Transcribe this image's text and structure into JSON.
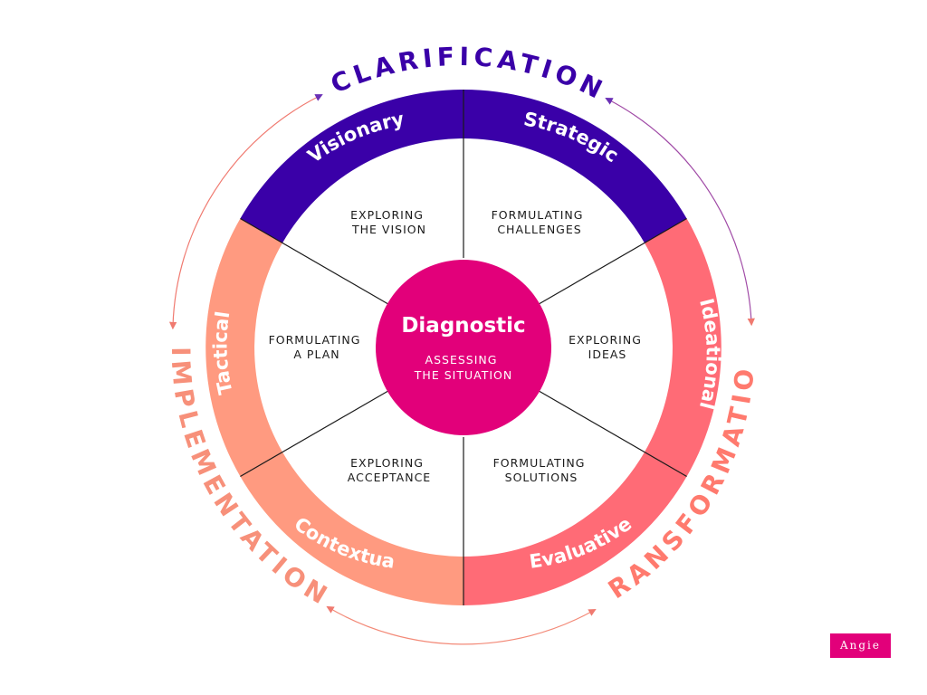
{
  "phases": {
    "clarification": {
      "label": "CLARIFICATION",
      "color": "#3a00a8"
    },
    "transformation": {
      "label": "TRANSFORMATION",
      "color": "#ff7a6e"
    },
    "implementation": {
      "label": "IMPLEMENTATION",
      "color": "#f7907a"
    }
  },
  "ring": {
    "visionary": {
      "label": "Visionary",
      "color": "#3a00a8"
    },
    "strategic": {
      "label": "Strategic",
      "color": "#3a00a8"
    },
    "ideational": {
      "label": "Ideational",
      "color": "#ff6b76"
    },
    "evaluative": {
      "label": "Evaluative",
      "color": "#ff6b76"
    },
    "contextual": {
      "label": "Contextual",
      "color": "#ff9a80"
    },
    "tactical": {
      "label": "Tactical",
      "color": "#ff9a80"
    }
  },
  "steps": {
    "vision": {
      "line1": "EXPLORING",
      "line2": "THE VISION"
    },
    "challenges": {
      "line1": "FORMULATING",
      "line2": "CHALLENGES"
    },
    "ideas": {
      "line1": "EXPLORING",
      "line2": "IDEAS"
    },
    "solutions": {
      "line1": "FORMULATING",
      "line2": "SOLUTIONS"
    },
    "acceptance": {
      "line1": "EXPLORING",
      "line2": "ACCEPTANCE"
    },
    "plan": {
      "line1": "FORMULATING",
      "line2": "A PLAN"
    }
  },
  "center": {
    "title": "Diagnostic",
    "line1": "ASSESSING",
    "line2": "THE SITUATION",
    "color": "#e2007a"
  },
  "logo": {
    "text": "Angie"
  }
}
